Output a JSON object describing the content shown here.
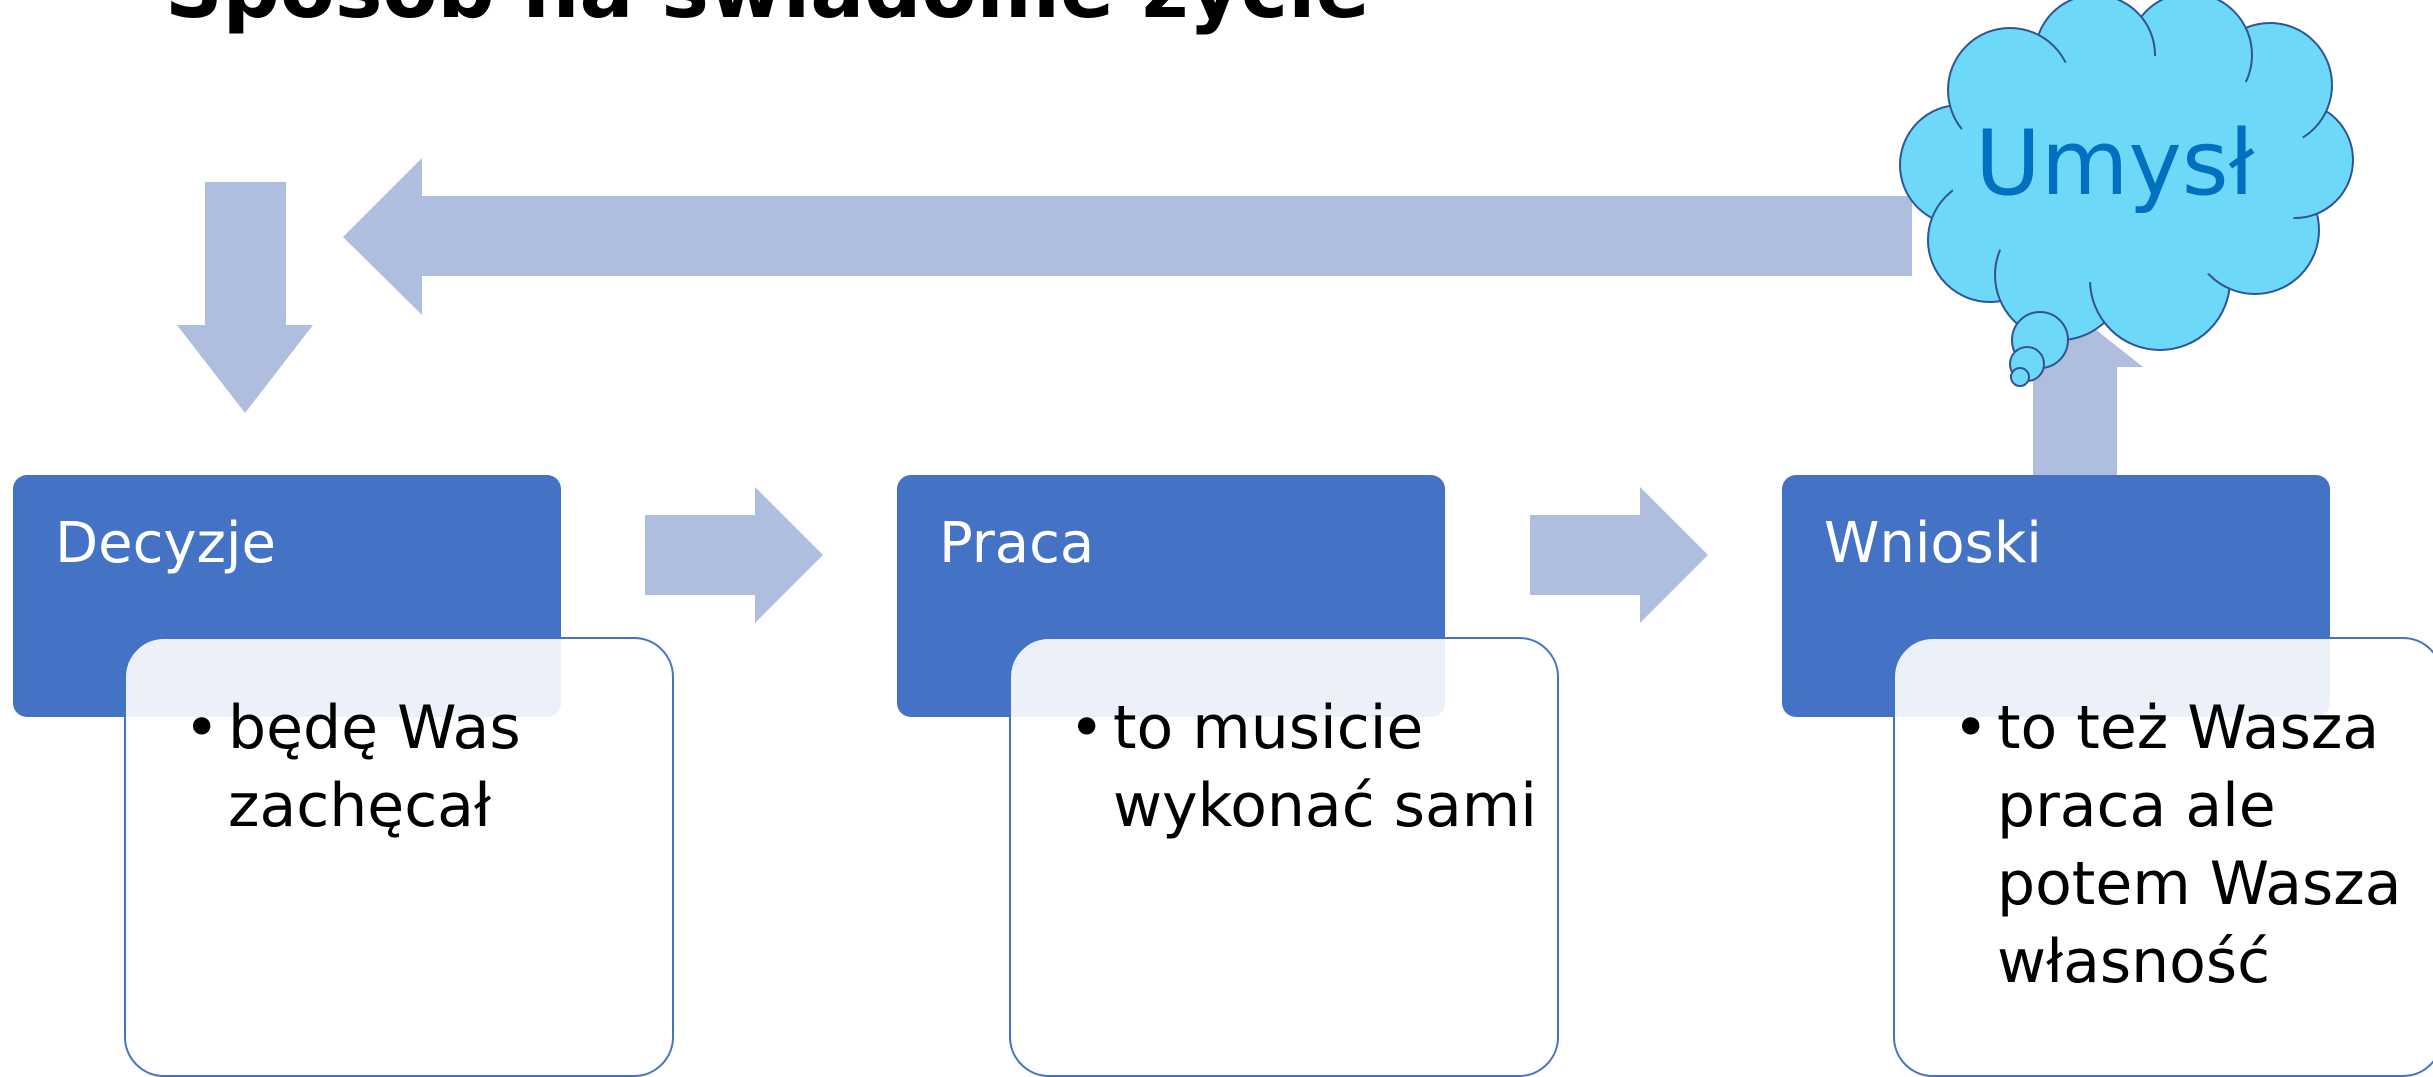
{
  "title": "Sposób na świadome życie",
  "stages": [
    {
      "label": "Decyzje",
      "detail": "będę Was zachęcał"
    },
    {
      "label": "Praca",
      "detail": "to musicie wykonać sami"
    },
    {
      "label": "Wnioski",
      "detail": "to też Wasza praca ale potem Wasza własność"
    }
  ],
  "thought_bubble": {
    "label": "Umysł"
  },
  "colors": {
    "box_fill": "#4472c4",
    "arrow_fill": "#afbddf",
    "cloud_fill": "#6dd8f7",
    "cloud_text": "#0070c0"
  }
}
